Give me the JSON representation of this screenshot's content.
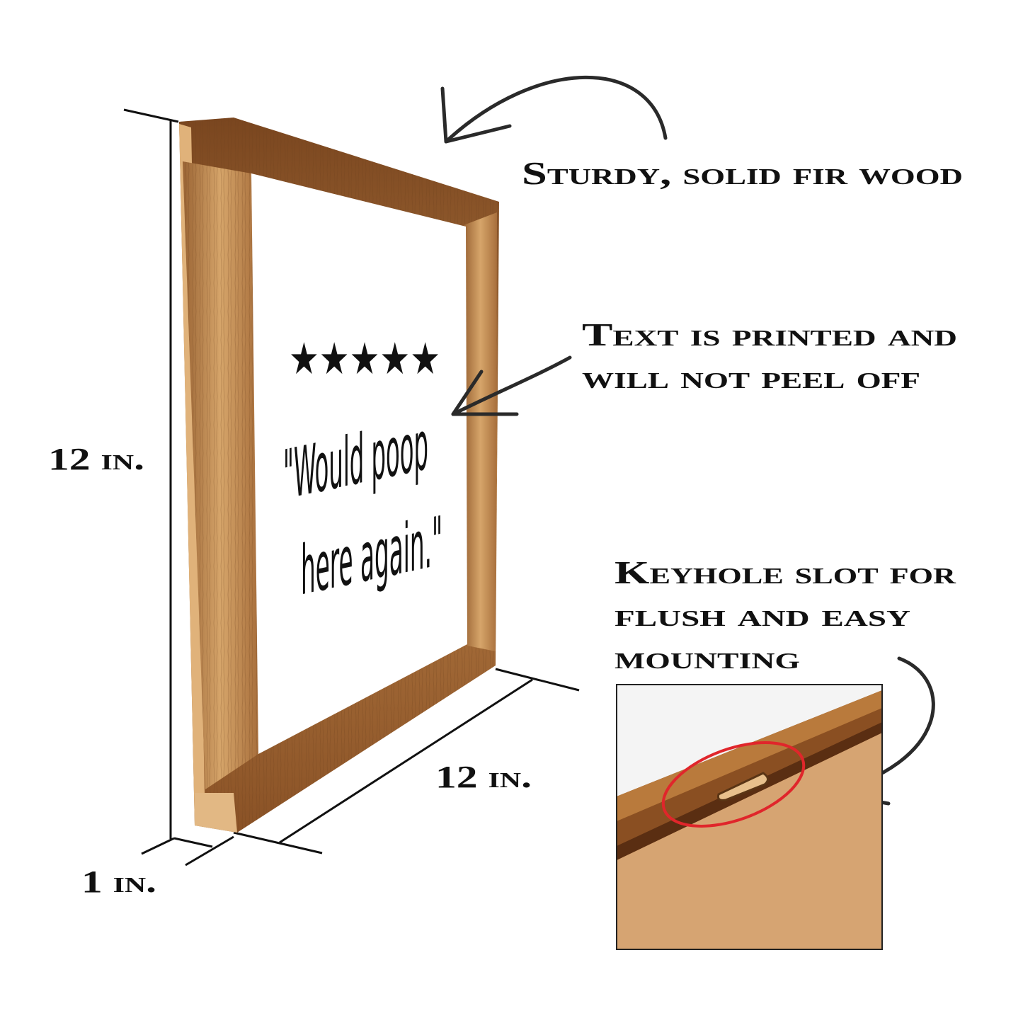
{
  "callouts": {
    "wood": "Sturdy, solid fir wood",
    "print_line1": "Text is printed and",
    "print_line2": "will not peel off",
    "keyhole_line1": "Keyhole slot for",
    "keyhole_line2": "flush and easy",
    "keyhole_line3": "mounting"
  },
  "dimensions": {
    "height": "12 in.",
    "width": "12 in.",
    "depth": "1 in."
  },
  "sign": {
    "rating_stars": 5,
    "stars": "★★★★★",
    "quote_line1": "\"Would poop",
    "quote_line2": "here again.\""
  },
  "colors": {
    "wood": "#b07a45",
    "wood_dark": "#6b3f1c",
    "cardboard": "#d6a472",
    "highlight": "#e0262b",
    "ink": "#111111"
  }
}
